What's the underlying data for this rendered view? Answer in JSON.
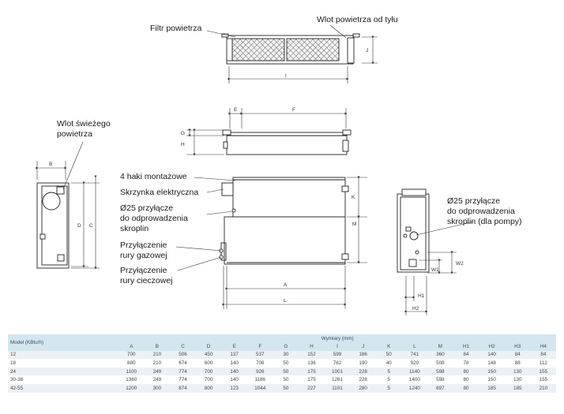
{
  "labels": {
    "filtr": "Filtr powietrza",
    "wlot_tyl": "Wlot powietrza od tyłu",
    "wlot_swiezy_1": "Wlot świeżego",
    "wlot_swiezy_2": "powietrza",
    "haki": "4 haki montażowe",
    "skrzynka": "Skrzynka elektryczna",
    "odpr_1": "Ø25 przyłącze",
    "odpr_2": "do odprowadzenia",
    "odpr_3": "skroplin",
    "gaz_1": "Przyłączenie",
    "gaz_2": "rury gazowej",
    "ciecz_1": "Przyłączenie",
    "ciecz_2": "rury cieczowej",
    "pompa_1": "Ø25 przyłącze",
    "pompa_2": "do odprowadzenia",
    "pompa_3": "skroplin (dla pompy)"
  },
  "dims": {
    "I": "I",
    "J": "J",
    "E": "E",
    "F": "F",
    "G": "G",
    "H": "H",
    "B": "B",
    "D": "D",
    "C": "C",
    "K": "K",
    "M": "M",
    "A": "A",
    "L": "L",
    "H1": "H1",
    "H2": "H2",
    "W1": "W1",
    "W2": "W2"
  },
  "table": {
    "model_header": "Model (KBtu/h)",
    "group_header": "Wymiary (mm)",
    "columns": [
      "A",
      "B",
      "C",
      "D",
      "E",
      "F",
      "G",
      "H",
      "I",
      "J",
      "K",
      "L",
      "M",
      "H1",
      "H2",
      "H3",
      "H4"
    ],
    "rows": [
      {
        "model": "12",
        "values": [
          "700",
          "210",
          "506",
          "450",
          "137",
          "537",
          "30",
          "152",
          "599",
          "186",
          "50",
          "741",
          "360",
          "84",
          "140",
          "84",
          "84"
        ]
      },
      {
        "model": "18",
        "values": [
          "880",
          "210",
          "674",
          "600",
          "140",
          "706",
          "50",
          "136",
          "782",
          "190",
          "40",
          "920",
          "508",
          "78",
          "148",
          "88",
          "112"
        ]
      },
      {
        "model": "24",
        "values": [
          "1100",
          "249",
          "774",
          "700",
          "140",
          "926",
          "50",
          "175",
          "1001",
          "228",
          "5",
          "1140",
          "598",
          "80",
          "150",
          "130",
          "155"
        ]
      },
      {
        "model": "30-36",
        "values": [
          "1360",
          "249",
          "774",
          "700",
          "140",
          "1186",
          "50",
          "175",
          "1261",
          "228",
          "5",
          "1400",
          "598",
          "80",
          "150",
          "130",
          "155"
        ]
      },
      {
        "model": "42-55",
        "values": [
          "1200",
          "300",
          "874",
          "800",
          "123",
          "1044",
          "50",
          "227",
          "1101",
          "280",
          "5",
          "1240",
          "697",
          "80",
          "185",
          "185",
          "210"
        ]
      }
    ]
  }
}
